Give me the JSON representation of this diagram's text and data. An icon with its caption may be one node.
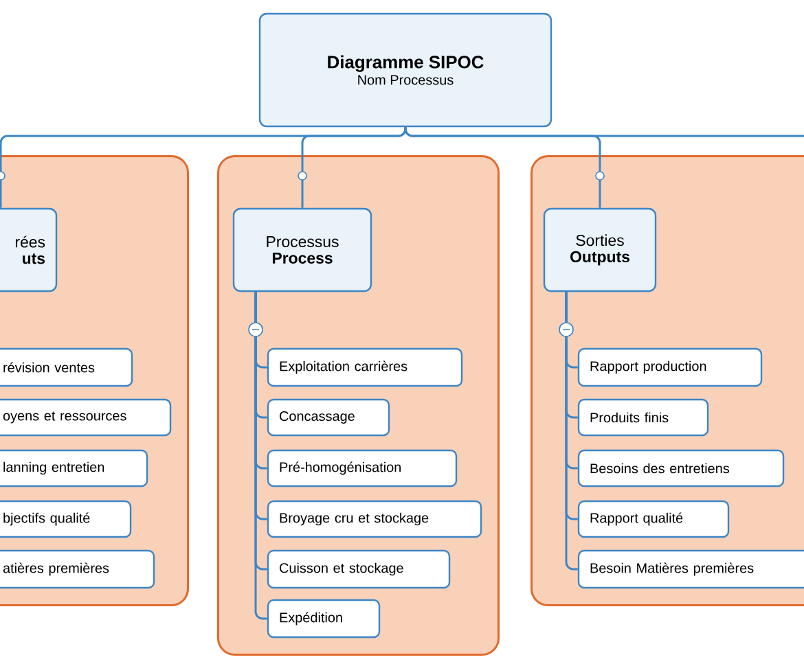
{
  "diagram": {
    "nodes": [
      {
        "text": [
          "Diagramme SIPOC",
          "Nom Processus"
        ]
      },
      {
        "text": [],
        "shape": "box"
      },
      {
        "text": [
          "rées",
          "uts"
        ],
        "in": 1
      },
      {
        "text": [
          "révision ventes"
        ],
        "in": 1
      },
      {
        "text": [
          "oyens et ressources"
        ],
        "in": 1
      },
      {
        "text": [
          "lanning entretien"
        ],
        "in": 1
      },
      {
        "text": [
          "bjectifs qualité"
        ],
        "in": 1
      },
      {
        "text": [
          "atières premières"
        ],
        "in": 1
      },
      {
        "text": [],
        "shape": "box"
      },
      {
        "text": [
          "Processus",
          "Process"
        ],
        "in": 8
      },
      {
        "text": [
          "Exploitation carrières"
        ],
        "in": 8
      },
      {
        "text": [
          "Concassage"
        ],
        "in": 8
      },
      {
        "text": [
          "Pré-homogénisation"
        ],
        "in": 8
      },
      {
        "text": [
          "Broyage cru et stockage"
        ],
        "in": 8
      },
      {
        "text": [
          "Cuisson et stockage"
        ],
        "in": 8
      },
      {
        "text": [
          "Expédition"
        ],
        "in": 8
      },
      {
        "text": [],
        "shape": "box"
      },
      {
        "text": [
          "Sorties",
          "Outputs"
        ],
        "in": 16
      },
      {
        "text": [
          "Rapport production"
        ],
        "in": 16
      },
      {
        "text": [
          "Produits finis"
        ],
        "in": 16
      },
      {
        "text": [
          "Besoins des entretiens"
        ],
        "in": 16
      },
      {
        "text": [
          "Rapport qualité"
        ],
        "in": 16
      },
      {
        "text": [
          "Besoin Matières premières"
        ],
        "in": 16
      }
    ],
    "edges": [
      {
        "from": 0,
        "to": 2,
        "arrow": "none"
      },
      {
        "from": 0,
        "to": 9,
        "arrow": "none"
      },
      {
        "from": 0,
        "to": 17,
        "arrow": "none"
      },
      {
        "from": 0,
        "to": null,
        "arrow": "none"
      },
      {
        "from": 9,
        "to": 10,
        "arrow": "none"
      },
      {
        "from": 9,
        "to": 11,
        "arrow": "none"
      },
      {
        "from": 9,
        "to": 12,
        "arrow": "none"
      },
      {
        "from": 9,
        "to": 13,
        "arrow": "none"
      },
      {
        "from": 9,
        "to": 14,
        "arrow": "none"
      },
      {
        "from": 9,
        "to": 15,
        "arrow": "none"
      },
      {
        "from": 17,
        "to": 18,
        "arrow": "none"
      },
      {
        "from": 17,
        "to": 19,
        "arrow": "none"
      },
      {
        "from": 17,
        "to": 20,
        "arrow": "none"
      },
      {
        "from": 17,
        "to": 21,
        "arrow": "none"
      },
      {
        "from": 17,
        "to": 22,
        "arrow": "none"
      }
    ]
  }
}
